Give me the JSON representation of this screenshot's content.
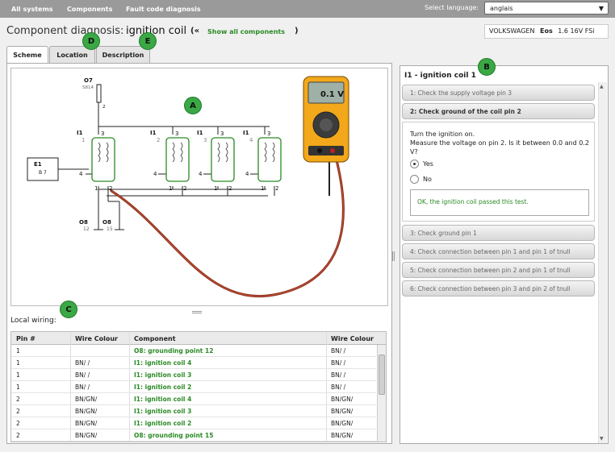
{
  "nav": {
    "all_systems": "All systems",
    "components": "Components",
    "fault_code": "Fault code diagnosis"
  },
  "language": {
    "label": "Select language:",
    "value": "anglais"
  },
  "title": {
    "prefix": "Component diagnosis:",
    "component": "ignition coil",
    "open": "(«",
    "show_all": "Show all components",
    "close": ")"
  },
  "vehicle": {
    "make": "VOLKSWAGEN",
    "model": "Eos",
    "engine": "1.6 16V FSi"
  },
  "tabs": [
    "Scheme",
    "Location",
    "Description"
  ],
  "markers": {
    "a": "A",
    "b": "B",
    "c": "C",
    "d": "D",
    "e": "E"
  },
  "scheme": {
    "fuse_label": "O7",
    "fuse_code": "S814",
    "fuse_pin": "2",
    "coils": [
      {
        "label": "I1",
        "num": "1"
      },
      {
        "label": "I1",
        "num": "2"
      },
      {
        "label": "I1",
        "num": "3"
      },
      {
        "label": "I1",
        "num": "4"
      }
    ],
    "pin3": "3",
    "pin4": "4",
    "pin1": "1",
    "pin2": "2",
    "ecu_label": "E1",
    "ecu_pin": "B 7",
    "ground1_label": "O8",
    "ground1_num": "12",
    "ground2_label": "O8",
    "ground2_num": "15",
    "meter_value": "0.1 V"
  },
  "local_wiring": {
    "title": "Local wiring:",
    "headers": {
      "pin": "Pin #",
      "colour": "Wire Colour",
      "component": "Component",
      "colour2": "Wire Colour"
    },
    "rows": [
      {
        "pin": "1",
        "colour": "",
        "component": "O8: grounding point 12",
        "colour2": "BN/ /"
      },
      {
        "pin": "1",
        "colour": "BN/ /",
        "component": "I1: ignition coil 4",
        "colour2": "BN/ /"
      },
      {
        "pin": "1",
        "colour": "BN/ /",
        "component": "I1: ignition coil 3",
        "colour2": "BN/ /"
      },
      {
        "pin": "1",
        "colour": "BN/ /",
        "component": "I1: ignition coil 2",
        "colour2": "BN/ /"
      },
      {
        "pin": "2",
        "colour": "BN/GN/",
        "component": "I1: ignition coil 4",
        "colour2": "BN/GN/"
      },
      {
        "pin": "2",
        "colour": "BN/GN/",
        "component": "I1: ignition coil 3",
        "colour2": "BN/GN/"
      },
      {
        "pin": "2",
        "colour": "BN/GN/",
        "component": "I1: ignition coil 2",
        "colour2": "BN/GN/"
      },
      {
        "pin": "2",
        "colour": "BN/GN/",
        "component": "O8: grounding point 15",
        "colour2": "BN/GN/"
      }
    ]
  },
  "diagnosis": {
    "title": "I1 - ignition coil 1",
    "steps": [
      "1: Check the supply voltage pin 3",
      "2: Check ground of the coil pin 2",
      "3: Check ground pin 1",
      "4: Check connection between pin 1 and pin 1 of tnull",
      "5: Check connection between pin 2 and pin 1 of tnull",
      "6: Check connection between pin 3 and pin 2 of tnull"
    ],
    "question": "Turn the ignition on.\nMeasure the voltage on pin 2. Is it between 0.0 and 0.2 V?",
    "answers": {
      "yes": "Yes",
      "no": "No",
      "selected": "Yes"
    },
    "result": "OK, the ignition coil passed this test."
  }
}
